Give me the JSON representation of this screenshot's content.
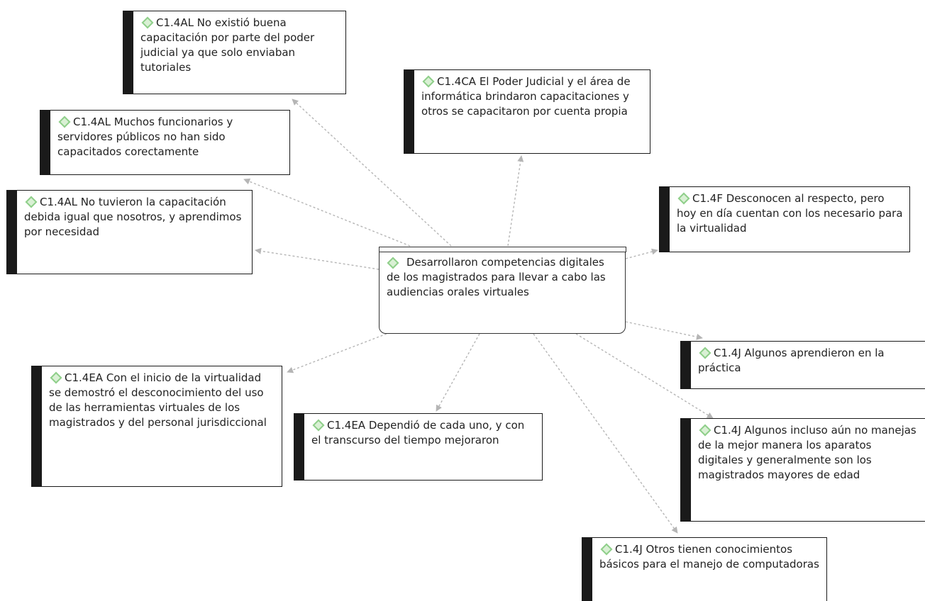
{
  "central": {
    "label": "Desarrollaron competencias digitales de los magistrados para llevar a cabo las audiencias orales virtuales"
  },
  "codes": [
    {
      "id": "n1",
      "label": "C1.4AL No existió buena capacitación por parte del poder judicial ya que solo enviaban tutoriales"
    },
    {
      "id": "n2",
      "label": "C1.4CA El Poder Judicial y el área de informática brindaron capacitaciones y otros se capacitaron por cuenta propia"
    },
    {
      "id": "n3",
      "label": "C1.4AL Muchos funcionarios y servidores públicos no han sido capacitados corectamente"
    },
    {
      "id": "n4",
      "label": "C1.4AL No tuvieron la capacitación debida igual que nosotros, y aprendimos por necesidad"
    },
    {
      "id": "n5",
      "label": "C1.4F Desconocen al respecto, pero hoy en día cuentan con los necesario para la virtualidad"
    },
    {
      "id": "n6",
      "label": "C1.4J Algunos aprendieron en la práctica"
    },
    {
      "id": "n7",
      "label": "C1.4EA Con el inicio de la virtualidad se demostró el desconocimiento del uso de las herramientas virtuales de los magistrados y del personal jurisdiccional"
    },
    {
      "id": "n8",
      "label": "C1.4EA Dependió de cada uno, y con el transcurso del tiempo mejoraron"
    },
    {
      "id": "n9",
      "label": "C1.4J Algunos incluso aún no manejas de la mejor manera los aparatos digitales y generalmente son los magistrados mayores de edad"
    },
    {
      "id": "n10",
      "label": "C1.4J Otros tienen conocimientos básicos para el manejo de computadoras"
    }
  ],
  "colors": {
    "diamond_stroke": "#8fcf8a",
    "diamond_fill": "#d9f0d4",
    "link": "#b5b5b5"
  }
}
